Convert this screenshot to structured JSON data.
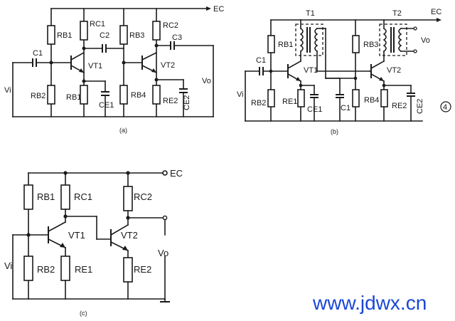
{
  "circuit_a": {
    "supply": "EC",
    "labels": [
      "RB1",
      "RC1",
      "C2",
      "RB3",
      "RC2",
      "C3",
      "C1",
      "VT1",
      "VT2",
      "Vo",
      "Vi",
      "RB2",
      "RB1",
      "CE1",
      "RB4",
      "RE2",
      "CE2"
    ],
    "caption": "(a)"
  },
  "circuit_b": {
    "supply": "EC",
    "labels": [
      "T1",
      "T2",
      "RB1",
      "RB3",
      "Vo",
      "C1",
      "VT1",
      "VT2",
      "Vi",
      "RB2",
      "RE1",
      "CE1",
      "C1",
      "RB4",
      "RE2",
      "CE2"
    ],
    "caption": "(b)",
    "badge": "4"
  },
  "circuit_c": {
    "supply": "EC",
    "labels": [
      "RB1",
      "RC1",
      "RC2",
      "VT1",
      "VT2",
      "Vo",
      "Vi",
      "RB2",
      "RE1",
      "RE2"
    ],
    "caption": "(c)"
  },
  "watermark": "www.jdwx.cn"
}
